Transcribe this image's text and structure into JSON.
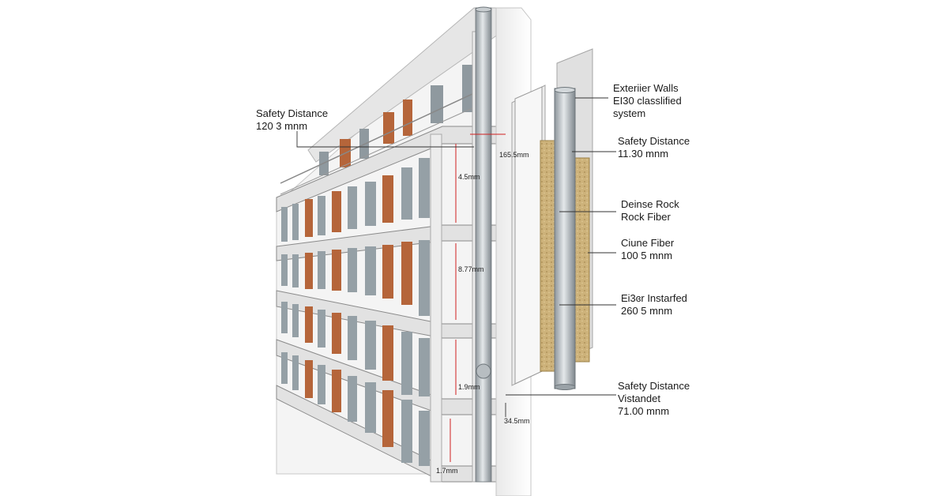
{
  "callouts": {
    "left_safety": {
      "line1": "Safety Distance",
      "line2": "120 3 mnm"
    },
    "exterior": {
      "line1": "Exteriier Walls",
      "line2": "EI30 classlified",
      "line3": "system"
    },
    "safety_right": {
      "line1": "Safety Distance",
      "line2": "11.30 mnm"
    },
    "rock": {
      "line1": "Deinse Rock",
      "line2": "Rock Fiber"
    },
    "ciune": {
      "line1": "Ciune Fiber",
      "line2": "100 5 mnm"
    },
    "instarfed": {
      "line1": "Ei3ɞr Instarfed",
      "line2": "260 5 mnm"
    },
    "vistandet": {
      "line1": "Safety Distance",
      "line2": "Vistandet",
      "line3": "71.00 mnm"
    }
  },
  "dimensions": {
    "d1": "165.5mm",
    "d2": "4.5mm",
    "d3": "8.77mm",
    "d4": "1.9mm",
    "d5": "34.5mm",
    "d6": "1.7mm"
  },
  "colors": {
    "wall": "#f2f2f2",
    "slab": "#dcdcdc",
    "window": "#9aa3a8",
    "brick": "#b5653a",
    "insulation": "#c9b07a",
    "pipe": "#b9bfc4",
    "dimension": "#d02020"
  }
}
